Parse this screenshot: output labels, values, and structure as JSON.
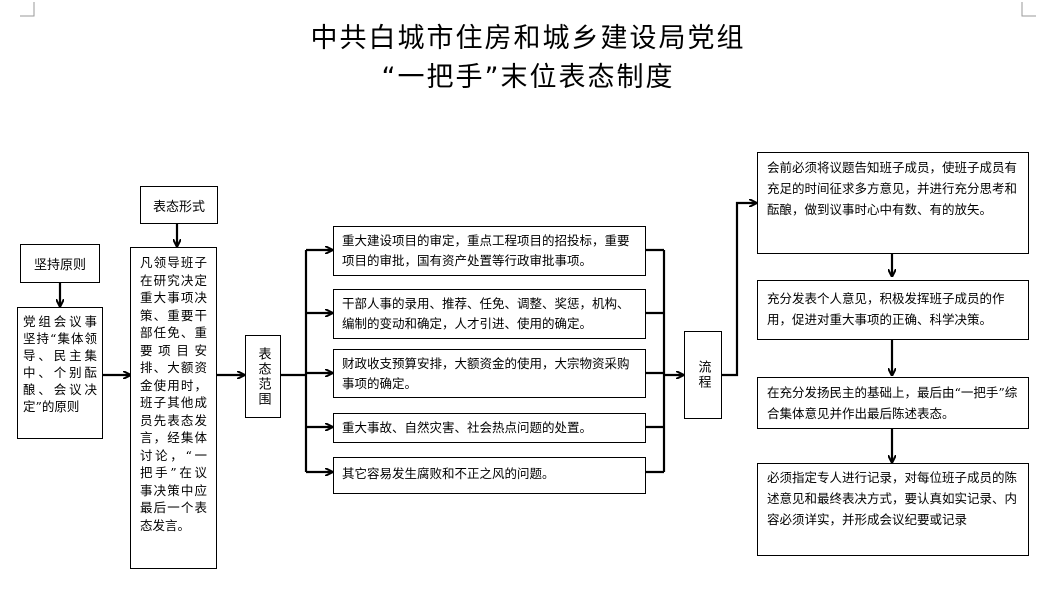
{
  "title": {
    "line1": "中共白城市住房和城乡建设局党组",
    "line2": "“一把手”末位表态制度"
  },
  "principle": {
    "label": "坚持原则",
    "text": "党组会议事坚持“集体领导、民主集中、个别酝酿、会议决定”的原则"
  },
  "form": {
    "label": "表态形式",
    "text": "凡领导班子在研究决定重大事项决策、重要干部任免、重要项目安排、大额资金使用时，班子其他成员先表态发言，经集体讨论，“一把手”在议事决策中应最后一个表态发言。"
  },
  "scope": {
    "label": "表态范围",
    "items": [
      "重大建设项目的审定，重点工程项目的招投标，重要项目的审批，国有资产处置等行政审批事项。",
      "干部人事的录用、推荐、任免、调整、奖惩，机构、编制的变动和确定，人才引进、使用的确定。",
      "财政收支预算安排，大额资金的使用，大宗物资采购事项的确定。",
      "重大事故、自然灾害、社会热点问题的处置。",
      "其它容易发生腐败和不正之风的问题。"
    ]
  },
  "process": {
    "label": "流程",
    "steps": [
      "会前必须将议题告知班子成员，使班子成员有充足的时间征求多方意见，并进行充分思考和酝酿，做到议事时心中有数、有的放矢。",
      "充分发表个人意见，积极发挥班子成员的作用，促进对重大事项的正确、科学决策。",
      "在充分发扬民主的基础上，最后由“一把手”综合集体意见并作出最后陈述表态。",
      "必须指定专人进行记录，对每位班子成员的陈述意见和最终表决方式，要认真如实记录、内容必须详实，并形成会议纪要或记录"
    ]
  }
}
